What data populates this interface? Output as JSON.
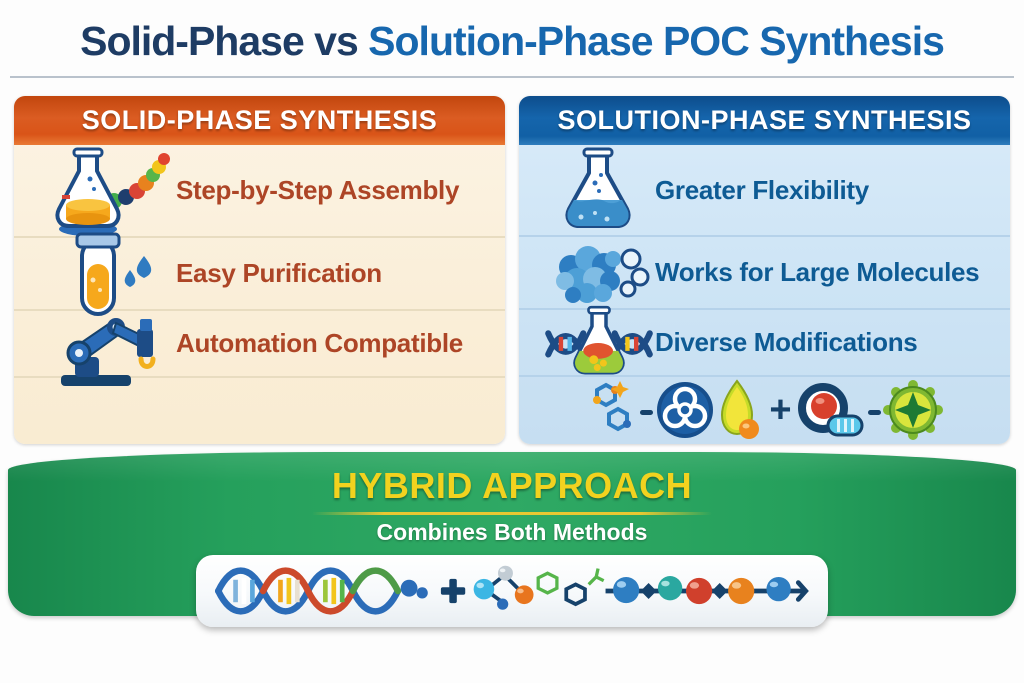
{
  "title": {
    "solid": "Solid-Phase",
    "vs": " vs ",
    "solution": "Solution-Phase POC Synthesis"
  },
  "solid_panel": {
    "header": "SOLID-PHASE SYNTHESIS",
    "header_color": "#d8571b",
    "body_color": "#faeed8",
    "text_color": "#ad4526",
    "items": [
      {
        "icon": "flask-beads-icon",
        "label": "Step-by-Step Assembly"
      },
      {
        "icon": "test-tube-droplets-icon",
        "label": "Easy Purification"
      },
      {
        "icon": "robot-arm-icon",
        "label": "Automation Compatible"
      }
    ]
  },
  "solution_panel": {
    "header": "SOLUTION-PHASE SYNTHESIS",
    "header_color": "#1565ac",
    "body_color": "#cde4f5",
    "text_color": "#0e5b94",
    "items": [
      {
        "icon": "flask-liquid-icon",
        "label": "Greater Flexibility"
      },
      {
        "icon": "molecule-cluster-icon",
        "label": "Works for Large Molecules"
      },
      {
        "icon": "dna-flask-icon",
        "label": "Diverse Modifications"
      }
    ],
    "icon_row": [
      "hexagon-molecule-icon",
      "biohazard-icon",
      "leaf-drop-icon",
      "plus",
      "target-pill-icon",
      "starburst-icon"
    ],
    "plus": "+"
  },
  "hybrid": {
    "title": "HYBRID APPROACH",
    "subtitle": "Combines Both Methods",
    "plus": "+",
    "band_color": "#25a05c",
    "title_color": "#f2d21f",
    "illustration": [
      "dna-helix-icon",
      "plus-sign",
      "small-molecule-icon",
      "bead-chain-icon"
    ]
  }
}
